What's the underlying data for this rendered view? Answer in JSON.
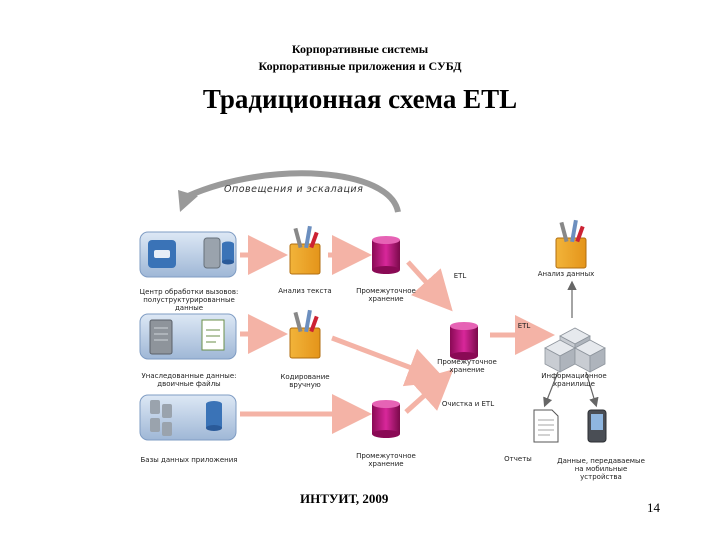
{
  "header": {
    "line1": "Корпоративные системы",
    "line2": "Корпоративные приложения и СУБД",
    "title": "Традиционная схема ETL"
  },
  "diagram": {
    "escalation": "Оповещения и эскалация",
    "sources": [
      "Центр обработки вызовов: полуструктурированные данные",
      "Унаследованные данные: двоичные файлы",
      "Базы данных приложения"
    ],
    "text_analysis": "Анализ текста",
    "manual_coding": "Кодирование вручную",
    "staging": "Промежуточное хранение",
    "etl": "ETL",
    "data_analysis": "Анализ данных",
    "warehouse": "Информационное хранилище",
    "cleansing_etl": "Очистка и ETL",
    "reports": "Отчеты",
    "mobile": "Данные, передаваемые на мобильные устройства"
  },
  "footer": {
    "org": "ИНТУИТ, 2009",
    "page": "14"
  },
  "colors": {
    "arrow": "#f4b3a6",
    "database": "#c0107a",
    "source_box": "#3a73b7",
    "cube": "#c8ccd2"
  }
}
